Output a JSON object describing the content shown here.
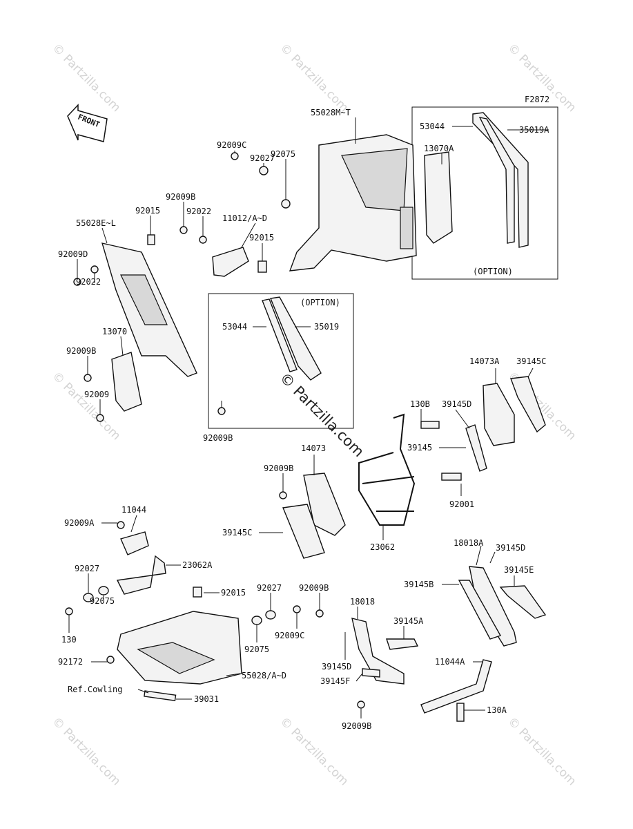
{
  "figure_code": "F2872",
  "front_label": "FRONT",
  "option_label": "(OPTION)",
  "ref_note": "Ref.Cowling",
  "watermark": "© Partzilla.com",
  "labels": {
    "p55028MT": "55028M~T",
    "p53044a": "53044",
    "p35019A": "35019A",
    "p13070A": "13070A",
    "p92009C_top": "92009C",
    "p92027_top": "92027",
    "p92075_top": "92075",
    "p92009B_top": "92009B",
    "p92015_a": "92015",
    "p92022_a": "92022",
    "p11012": "11012/A~D",
    "p92015_b": "92015",
    "p55028EL": "55028E~L",
    "p92009D": "92009D",
    "p92022_b": "92022",
    "p53044b": "53044",
    "p35019": "35019",
    "p13070": "13070",
    "p92009B_l": "92009B",
    "p92009_l": "92009",
    "p92009B_mid": "92009B",
    "p14073A": "14073A",
    "p39145C_r": "39145C",
    "p130B": "130B",
    "p39145D_r": "39145D",
    "p39145": "39145",
    "p14073": "14073",
    "p92009B_c": "92009B",
    "p92001": "92001",
    "p39145C_c": "39145C",
    "p23062": "23062",
    "p92009A": "92009A",
    "p11044": "11044",
    "p23062A": "23062A",
    "p92027_l": "92027",
    "p92015_c": "92015",
    "p92027_c": "92027",
    "p92009B_c2": "92009B",
    "p18018A": "18018A",
    "p39145D_b": "39145D",
    "p39145E": "39145E",
    "p92075_l": "92075",
    "p39145B": "39145B",
    "p18018": "18018",
    "p130": "130",
    "p39145A": "39145A",
    "p92075_c": "92075",
    "p92009C_c": "92009C",
    "p92172": "92172",
    "p11044A": "11044A",
    "p39145D_c": "39145D",
    "p55028AD": "55028/A~D",
    "p39145F": "39145F",
    "p39031": "39031",
    "p130A": "130A",
    "p92009B_b": "92009B"
  }
}
